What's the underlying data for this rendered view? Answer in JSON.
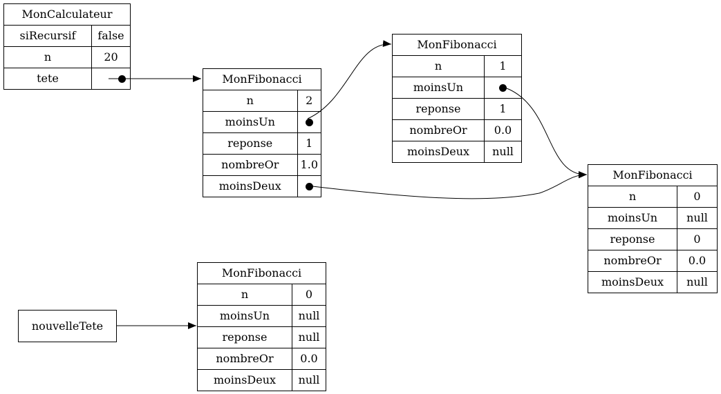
{
  "calculateur": {
    "title": "MonCalculateur",
    "rows": [
      {
        "label": "siRecursif",
        "value": "false"
      },
      {
        "label": "n",
        "value": "20"
      },
      {
        "label": "tete",
        "value": ""
      }
    ]
  },
  "fib_a": {
    "title": "MonFibonacci",
    "rows": [
      {
        "label": "n",
        "value": "2"
      },
      {
        "label": "moinsUn",
        "value": ""
      },
      {
        "label": "reponse",
        "value": "1"
      },
      {
        "label": "nombreOr",
        "value": "1.0"
      },
      {
        "label": "moinsDeux",
        "value": ""
      }
    ]
  },
  "fib_b": {
    "title": "MonFibonacci",
    "rows": [
      {
        "label": "n",
        "value": "1"
      },
      {
        "label": "moinsUn",
        "value": ""
      },
      {
        "label": "reponse",
        "value": "1"
      },
      {
        "label": "nombreOr",
        "value": "0.0"
      },
      {
        "label": "moinsDeux",
        "value": "null"
      }
    ]
  },
  "fib_c": {
    "title": "MonFibonacci",
    "rows": [
      {
        "label": "n",
        "value": "0"
      },
      {
        "label": "moinsUn",
        "value": "null"
      },
      {
        "label": "reponse",
        "value": "0"
      },
      {
        "label": "nombreOr",
        "value": "0.0"
      },
      {
        "label": "moinsDeux",
        "value": "null"
      }
    ]
  },
  "fib_d": {
    "title": "MonFibonacci",
    "rows": [
      {
        "label": "n",
        "value": "0"
      },
      {
        "label": "moinsUn",
        "value": "null"
      },
      {
        "label": "reponse",
        "value": "null"
      },
      {
        "label": "nombreOr",
        "value": "0.0"
      },
      {
        "label": "moinsDeux",
        "value": "null"
      }
    ]
  },
  "nouvelle_tete": {
    "label": "nouvelleTete"
  },
  "edges": [
    {
      "from": "calculateur.tete",
      "to": "fib_a"
    },
    {
      "from": "fib_a.moinsUn",
      "to": "fib_b"
    },
    {
      "from": "fib_a.moinsDeux",
      "to": "fib_c"
    },
    {
      "from": "fib_b.moinsUn",
      "to": "fib_c"
    },
    {
      "from": "nouvelle_tete",
      "to": "fib_d"
    }
  ],
  "colors": {
    "stroke": "#000000",
    "background": "#ffffff"
  }
}
